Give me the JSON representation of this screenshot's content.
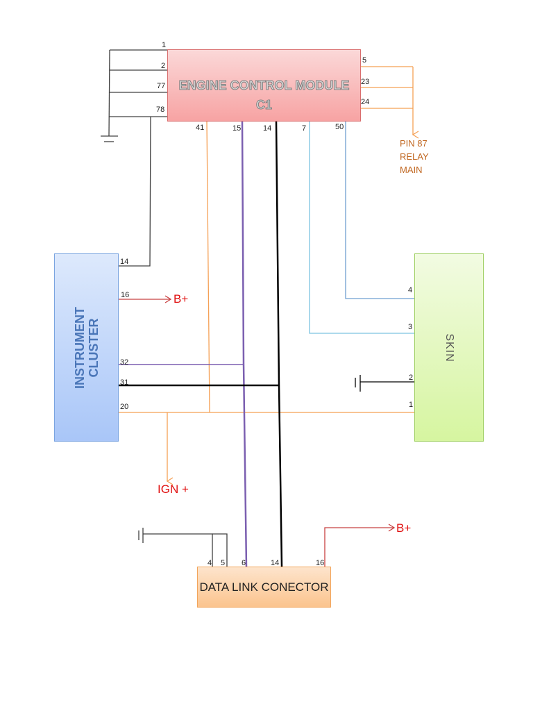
{
  "diagram": {
    "components": {
      "ecm": {
        "line1": "ENGINE CONTROL MODULE",
        "line2": "C1"
      },
      "cluster": {
        "line1": "INSTRUMENT",
        "line2": "CLUSTER"
      },
      "skin": {
        "label": "SKIN"
      },
      "dlc": {
        "label": "DATA LINK CONECTOR"
      }
    },
    "pins": {
      "ecm_left": [
        "1",
        "2",
        "77",
        "78"
      ],
      "ecm_right": [
        "5",
        "23",
        "24"
      ],
      "ecm_bottom": [
        "41",
        "15",
        "14",
        "7",
        "50"
      ],
      "cluster": [
        "14",
        "16",
        "32",
        "31",
        "20"
      ],
      "skin": [
        "4",
        "3",
        "2",
        "1"
      ],
      "dlc": [
        "4",
        "5",
        "6",
        "14",
        "16"
      ]
    },
    "labels": {
      "b_plus_cluster": "B+",
      "b_plus_dlc": "B+",
      "ign_plus": "IGN +",
      "relay_line1": "PIN 87",
      "relay_line2": "RELAY",
      "relay_line3": "MAIN"
    },
    "wire_colors": {
      "ground": "#404040",
      "orange": "#f5a055",
      "purple": "#7b5fb0",
      "black": "#000000",
      "light_blue": "#7cc4e0",
      "steel_blue": "#6f9fd0",
      "red": "#c84040"
    }
  }
}
